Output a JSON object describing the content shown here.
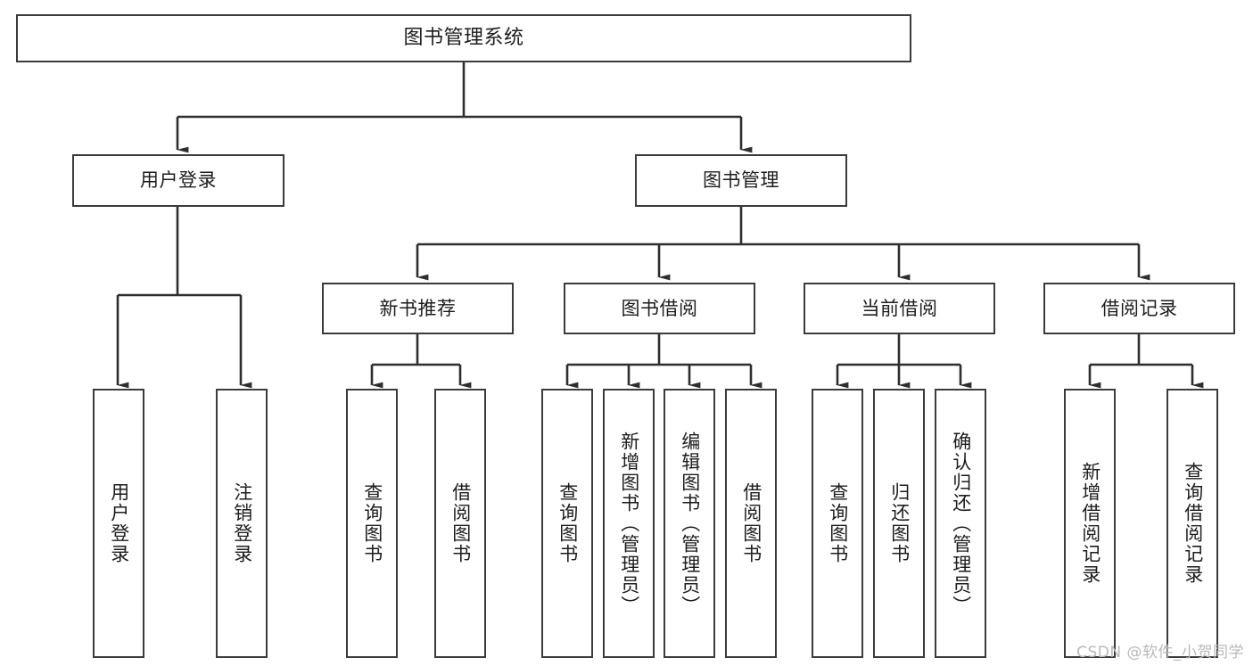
{
  "diagram": {
    "type": "tree",
    "title": "图书管理系统",
    "orientation": "top-down",
    "colors": {
      "node_border": "#3b3b3b",
      "node_fill": "#ffffff",
      "edge": "#2e2e2e",
      "text": "#1d1d1d",
      "watermark": "#b9b9b9",
      "background": "#ffffff"
    }
  },
  "nodes": {
    "root": {
      "label": "图书管理系统"
    },
    "level2": [
      {
        "label": "用户登录"
      },
      {
        "label": "图书管理"
      }
    ],
    "level3": [
      {
        "label": "新书推荐"
      },
      {
        "label": "图书借阅"
      },
      {
        "label": "当前借阅"
      },
      {
        "label": "借阅记录"
      }
    ],
    "leaves": {
      "user_login": [
        {
          "label": "用户登录"
        },
        {
          "label": "注销登录"
        }
      ],
      "new_book_recommend": [
        {
          "label": "查询图书"
        },
        {
          "label": "借阅图书"
        }
      ],
      "book_borrow": [
        {
          "label": "查询图书"
        },
        {
          "label": "新增图书（管理员）"
        },
        {
          "label": "编辑图书（管理员）"
        },
        {
          "label": "借阅图书"
        }
      ],
      "current_borrow": [
        {
          "label": "查询图书"
        },
        {
          "label": "归还图书"
        },
        {
          "label": "确认归还（管理员）"
        }
      ],
      "borrow_record": [
        {
          "label": "新增借阅记录"
        },
        {
          "label": "查询借阅记录"
        }
      ]
    }
  },
  "watermark": {
    "text": "CSDN @软件_小贺同学"
  }
}
